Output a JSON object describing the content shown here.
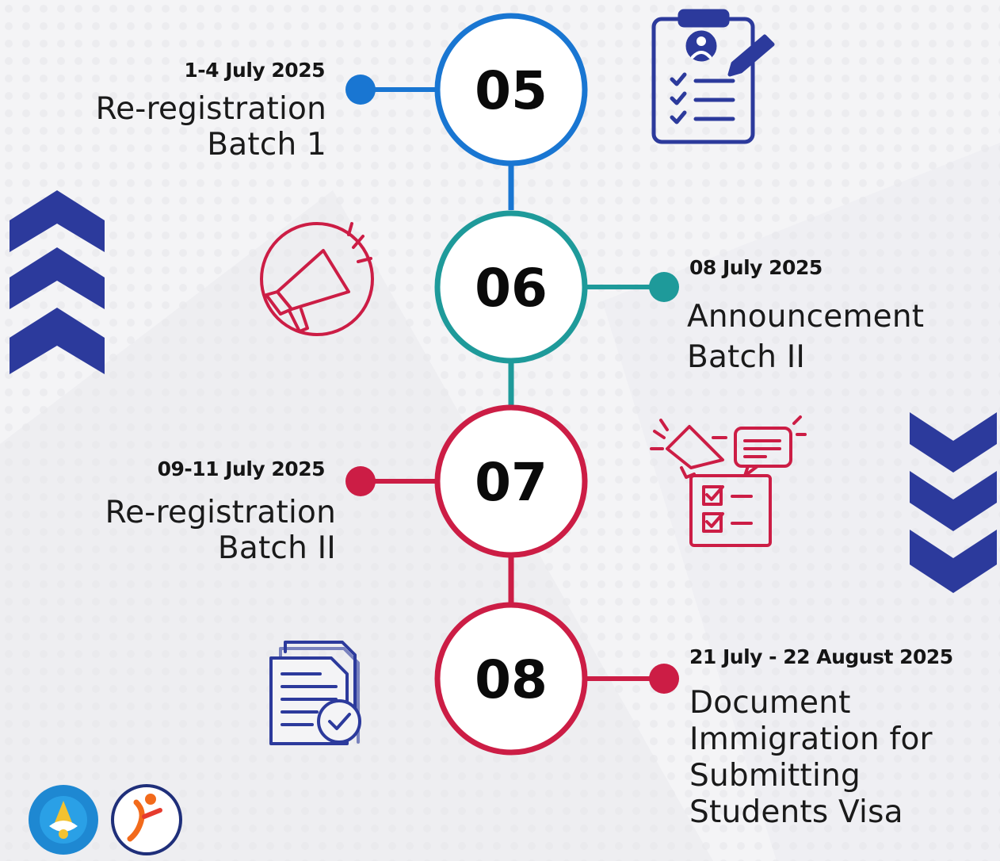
{
  "colors": {
    "blue": "#1976d2",
    "teal": "#1e9a9a",
    "crimson": "#cc1d45",
    "navy": "#2c3a9c",
    "background": "#f4f4f6"
  },
  "steps": [
    {
      "number": "05",
      "date": "1-4 July 2025",
      "title_lines": [
        "Re-registration",
        "Batch 1"
      ],
      "icon": "clipboard-checklist-icon"
    },
    {
      "number": "06",
      "date": "08 July 2025",
      "title_lines": [
        "Announcement",
        "Batch II"
      ],
      "icon": "megaphone-icon"
    },
    {
      "number": "07",
      "date": "09-11 July 2025",
      "title_lines": [
        "Re-registration",
        "Batch II"
      ],
      "icon": "announcement-checklist-icon"
    },
    {
      "number": "08",
      "date": "21 July - 22 August 2025",
      "title_lines": [
        "Document",
        "Immigration for",
        "Submitting",
        "Students Visa"
      ],
      "icon": "document-approved-icon"
    }
  ],
  "decor": {
    "left_chevrons": "chevron-up-icon",
    "right_chevrons": "chevron-down-icon",
    "logos": [
      "tut-wuri-handayani-logo",
      "institution-logo"
    ]
  }
}
